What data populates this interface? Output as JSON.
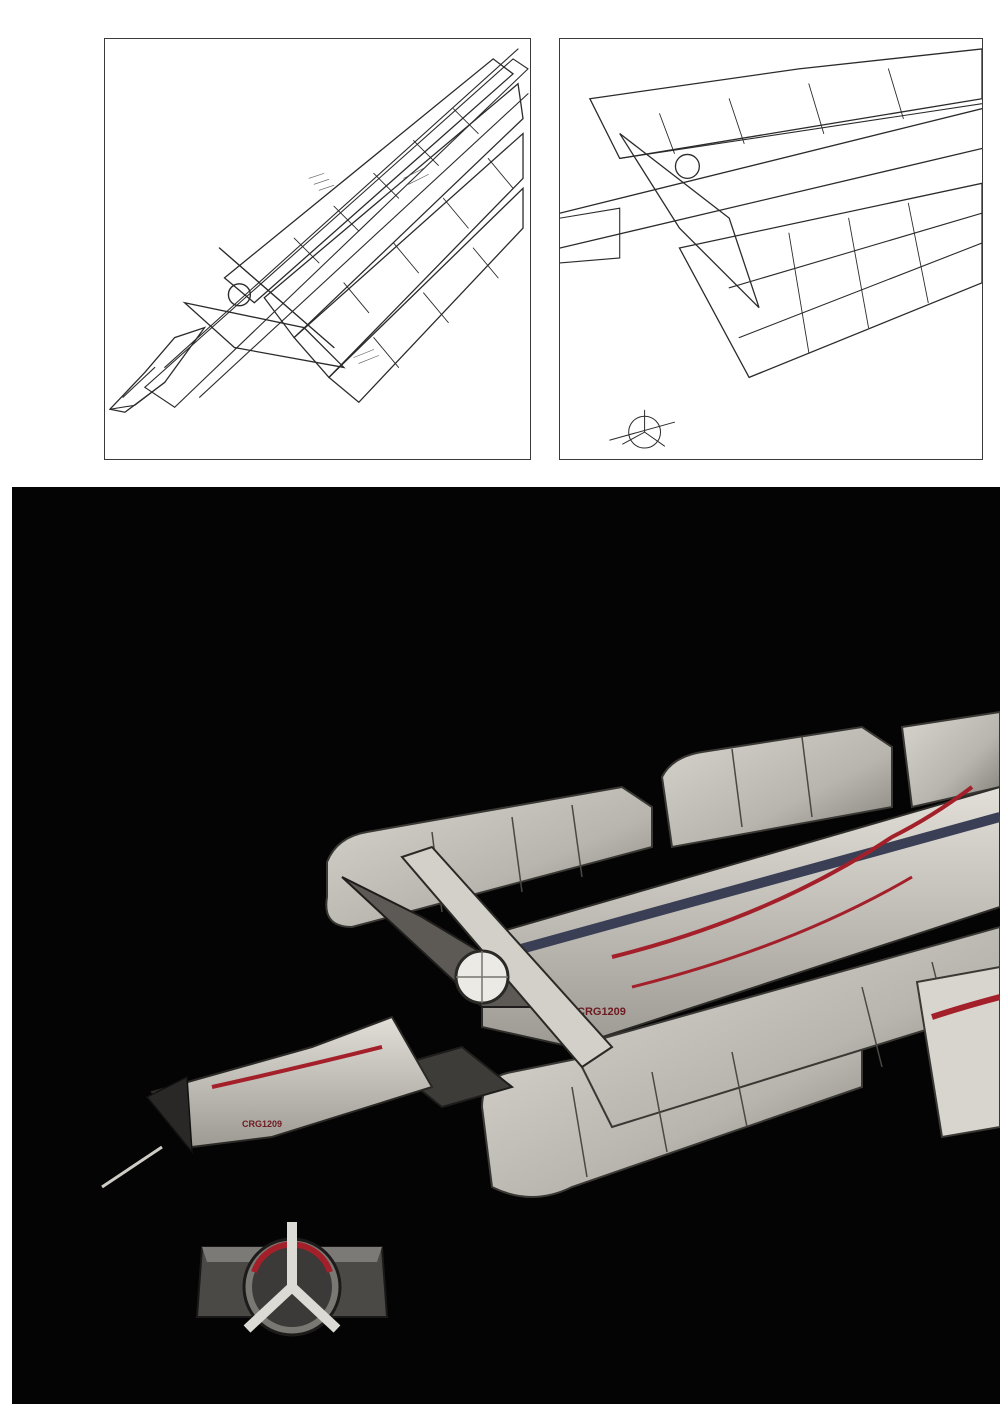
{
  "page": {
    "background": "#ffffff",
    "render_background": "#050404"
  },
  "sketches": [
    {
      "name": "sketch-left",
      "style": "pencil line drawing"
    },
    {
      "name": "sketch-right",
      "style": "pencil line drawing"
    }
  ],
  "render": {
    "hull_markings": [
      "CRG1209",
      "CRG1209"
    ],
    "colors": {
      "hull": "#c9c6bf",
      "hull_dark": "#8d8a84",
      "stripe": "#a3202a",
      "window": "#3a3550"
    }
  }
}
